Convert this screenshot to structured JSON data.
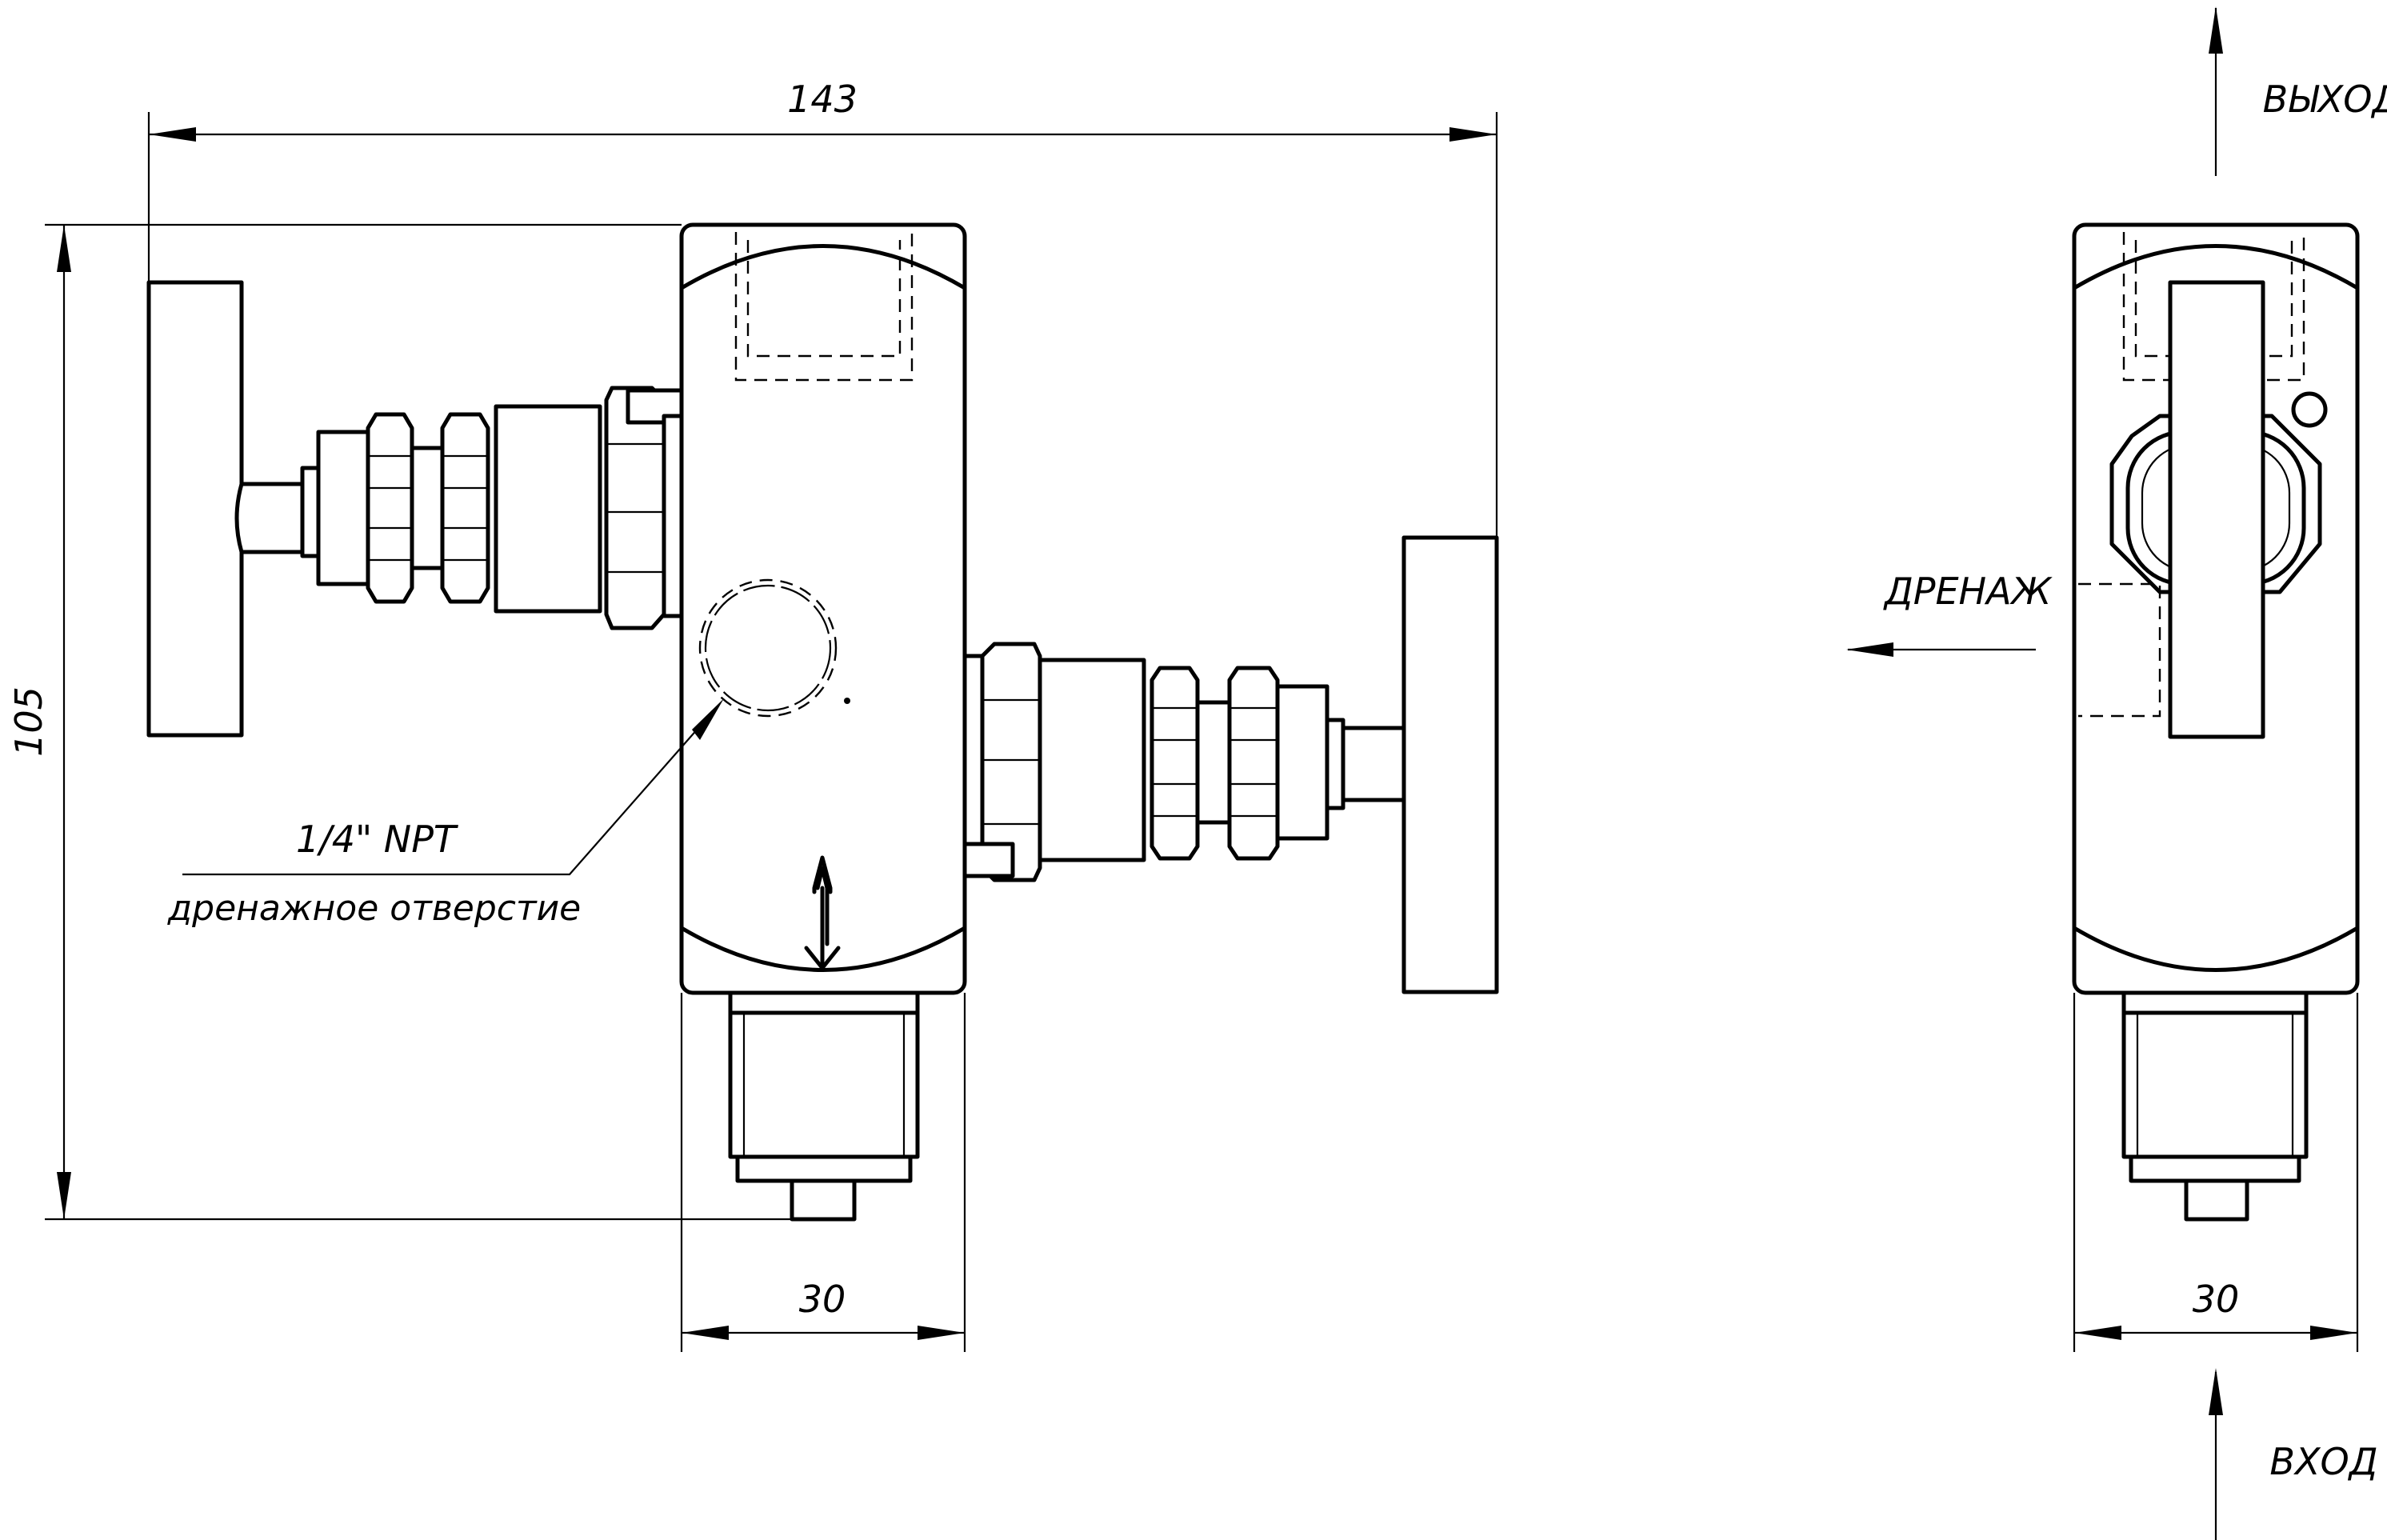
{
  "labels": {
    "dim_overall_width": "143",
    "dim_height": "105",
    "dim_body_width_front": "30",
    "dim_body_width_side": "30",
    "thread": "1/4\" NPT",
    "drain_hole": "дренажное отверстие",
    "outlet": "ВЫХОД",
    "inlet": "ВХОД",
    "drain": "ДРЕНАЖ"
  }
}
